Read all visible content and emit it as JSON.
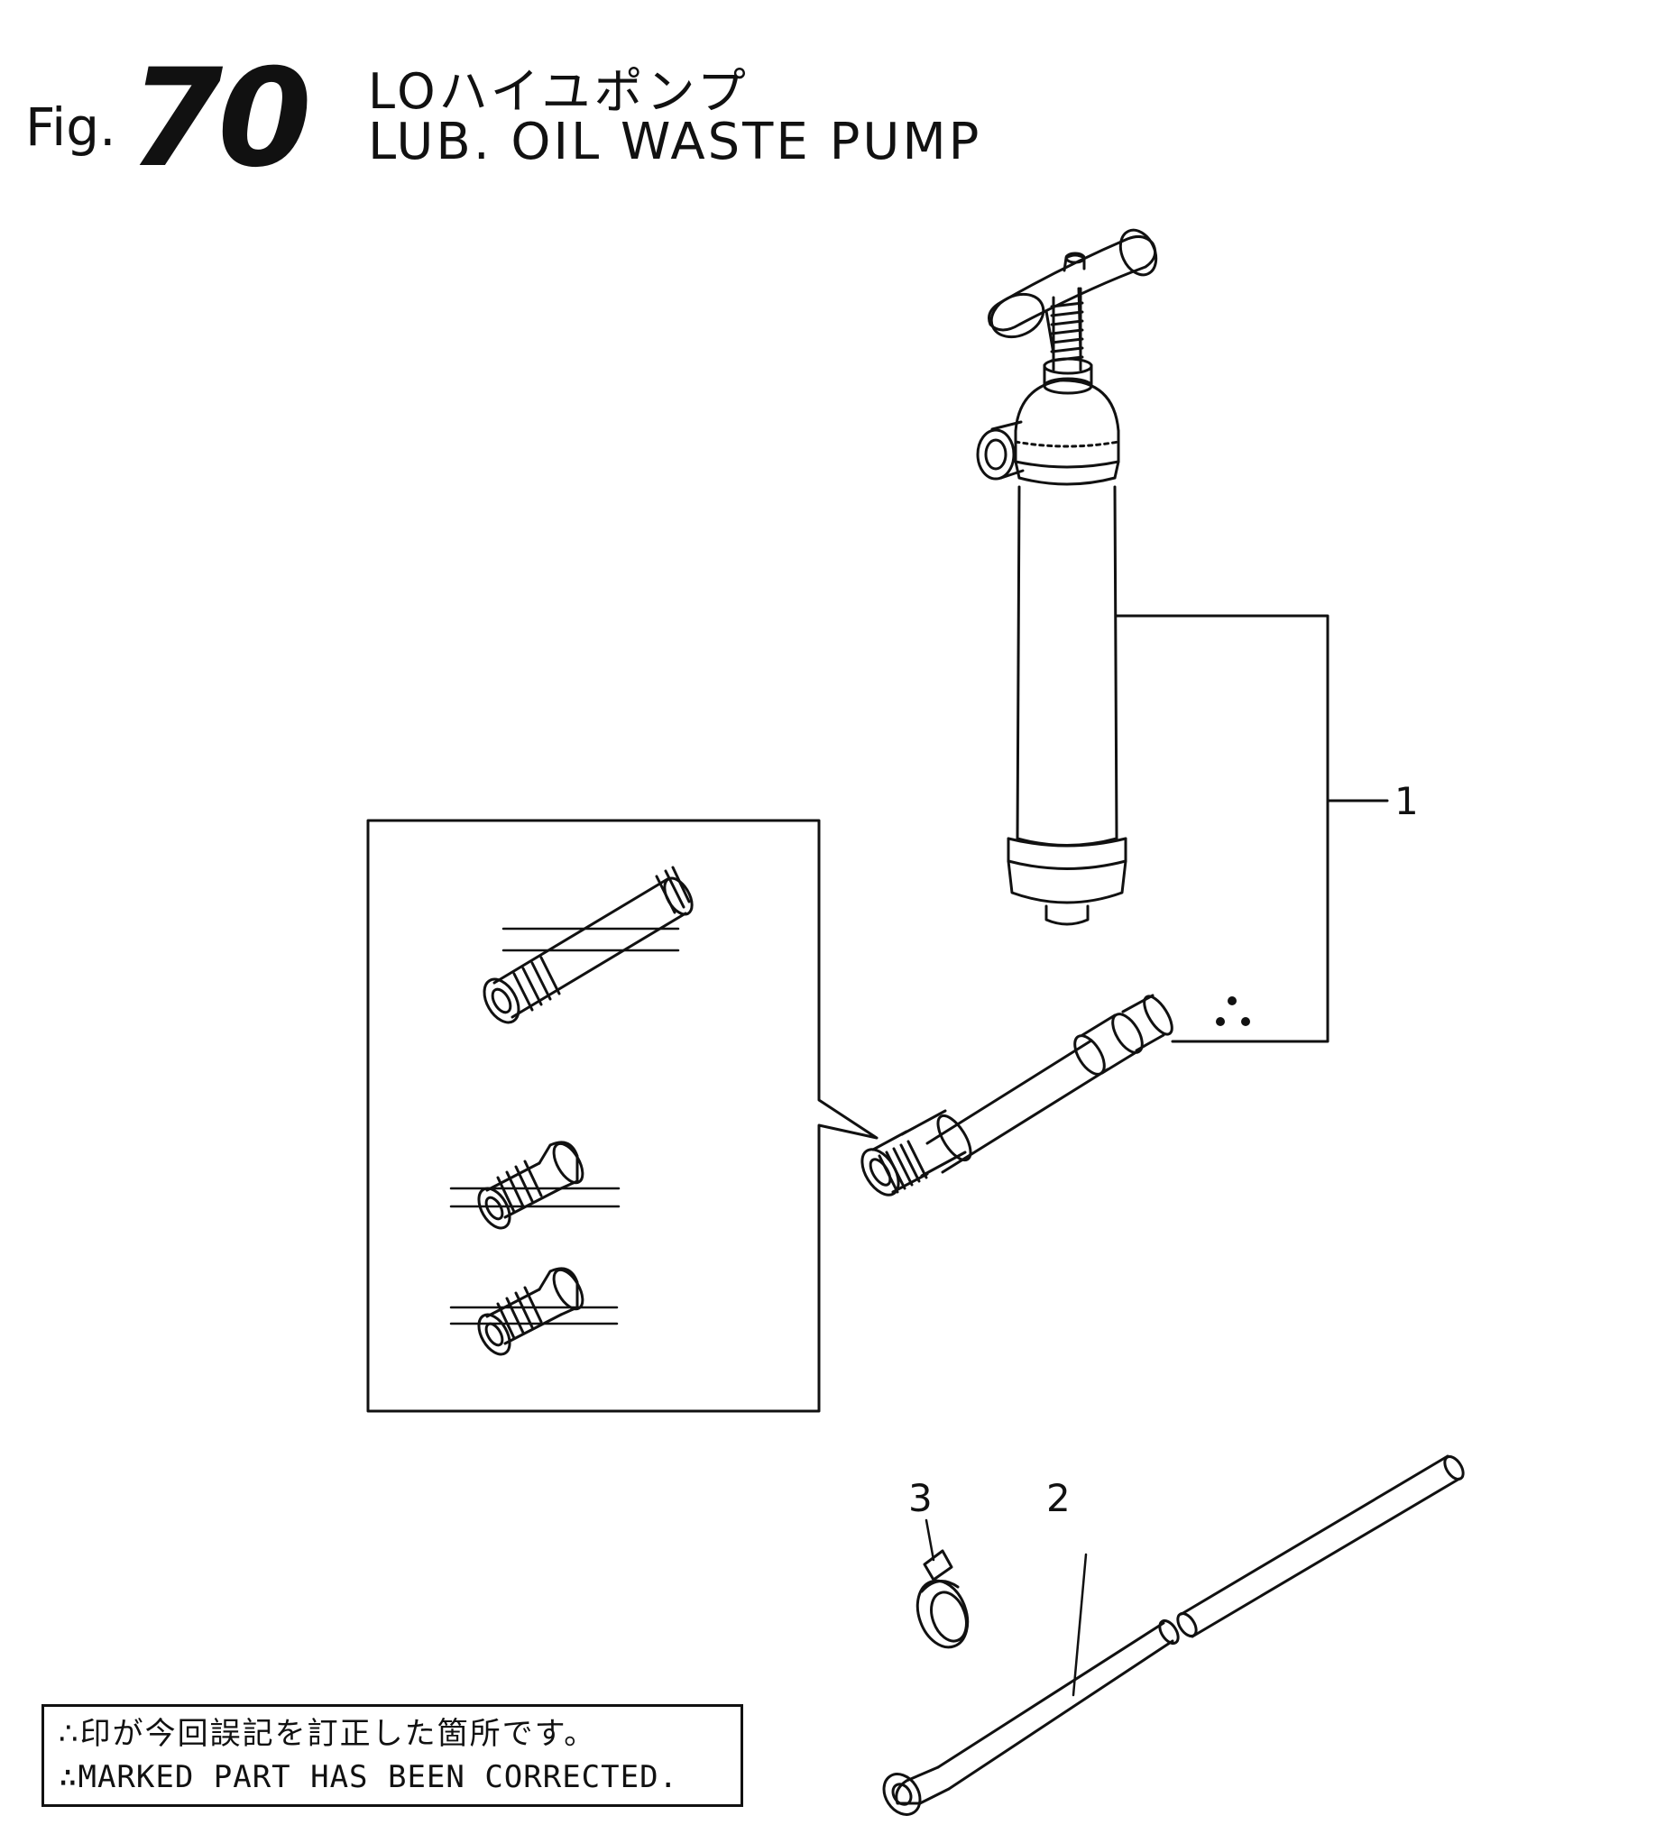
{
  "figure": {
    "prefix": "Fig.",
    "number": "70",
    "title_jp": "LOハイユポンプ",
    "title_en": "LUB. OIL WASTE PUMP"
  },
  "callouts": [
    {
      "label": "1"
    },
    {
      "label": "2"
    },
    {
      "label": "3"
    }
  ],
  "correction_symbol": "∴",
  "note": {
    "line_jp": "∴印が今回誤記を訂正した箇所です。",
    "line_en": "∴MARKED PART HAS BEEN CORRECTED."
  }
}
